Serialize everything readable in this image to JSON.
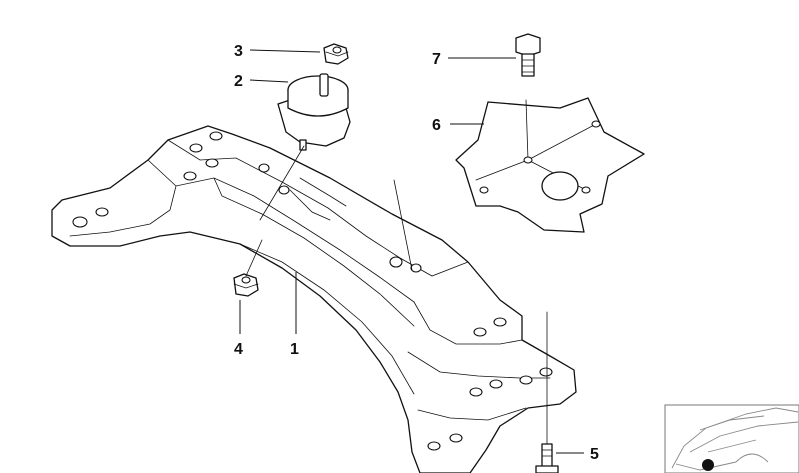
{
  "diagram": {
    "callouts": [
      {
        "id": "1",
        "label": "1"
      },
      {
        "id": "2",
        "label": "2"
      },
      {
        "id": "3",
        "label": "3"
      },
      {
        "id": "4",
        "label": "4"
      },
      {
        "id": "5",
        "label": "5"
      },
      {
        "id": "6",
        "label": "6"
      },
      {
        "id": "7",
        "label": "7"
      }
    ],
    "parts": {
      "1": "transmission-crossmember",
      "2": "rubber-mount",
      "3": "nut",
      "4": "nut",
      "5": "bolt",
      "6": "heat-shield-plate",
      "7": "bolt"
    },
    "inset": "vehicle-location-thumbnail"
  }
}
